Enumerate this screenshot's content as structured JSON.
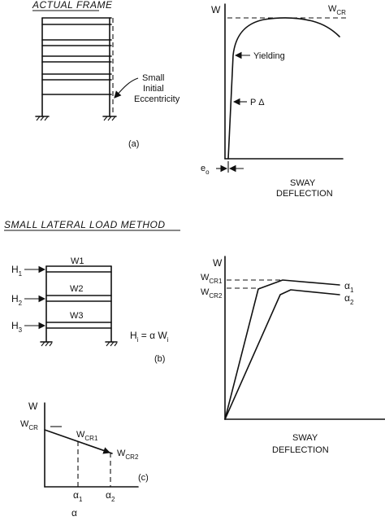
{
  "panel_a": {
    "header": "ACTUAL FRAME",
    "note_line1": "Small",
    "note_line2": "Initial",
    "note_line3": "Eccentricity",
    "caption": "(a)"
  },
  "graph_a": {
    "ylabel": "W",
    "wcr_label": "W",
    "wcr_sub": "CR",
    "yielding_label": "Yielding",
    "pdelta_label": "P Δ",
    "eo_label": "e",
    "eo_sub": "o",
    "xlabel_line1": "SWAY",
    "xlabel_line2": "DEFLECTION"
  },
  "panel_b": {
    "header": "SMALL LATERAL LOAD METHOD",
    "h1": "H",
    "h1_sub": "1",
    "h2": "H",
    "h2_sub": "2",
    "h3": "H",
    "h3_sub": "3",
    "w1": "W1",
    "w2": "W2",
    "w3": "W3",
    "formula_h": "H",
    "formula_sub": "i",
    "formula_rest": " = α W",
    "formula_sub2": "i",
    "caption": "(b)"
  },
  "graph_b": {
    "ylabel": "W",
    "wcr1": "W",
    "wcr1_sub": "CR1",
    "wcr2": "W",
    "wcr2_sub": "CR2",
    "alpha1": "α",
    "alpha1_sub": "1",
    "alpha2": "α",
    "alpha2_sub": "2",
    "xlabel_line1": "SWAY",
    "xlabel_line2": "DEFLECTION"
  },
  "panel_c": {
    "ylabel": "W",
    "wcr": "W",
    "wcr_sub": "CR",
    "wcr1": "W",
    "wcr1_sub": "CR1",
    "wcr2": "W",
    "wcr2_sub": "CR2",
    "a1": "α",
    "a1_sub": "1",
    "a2": "α",
    "a2_sub": "2",
    "xlabel": "α",
    "caption": "(c)"
  }
}
